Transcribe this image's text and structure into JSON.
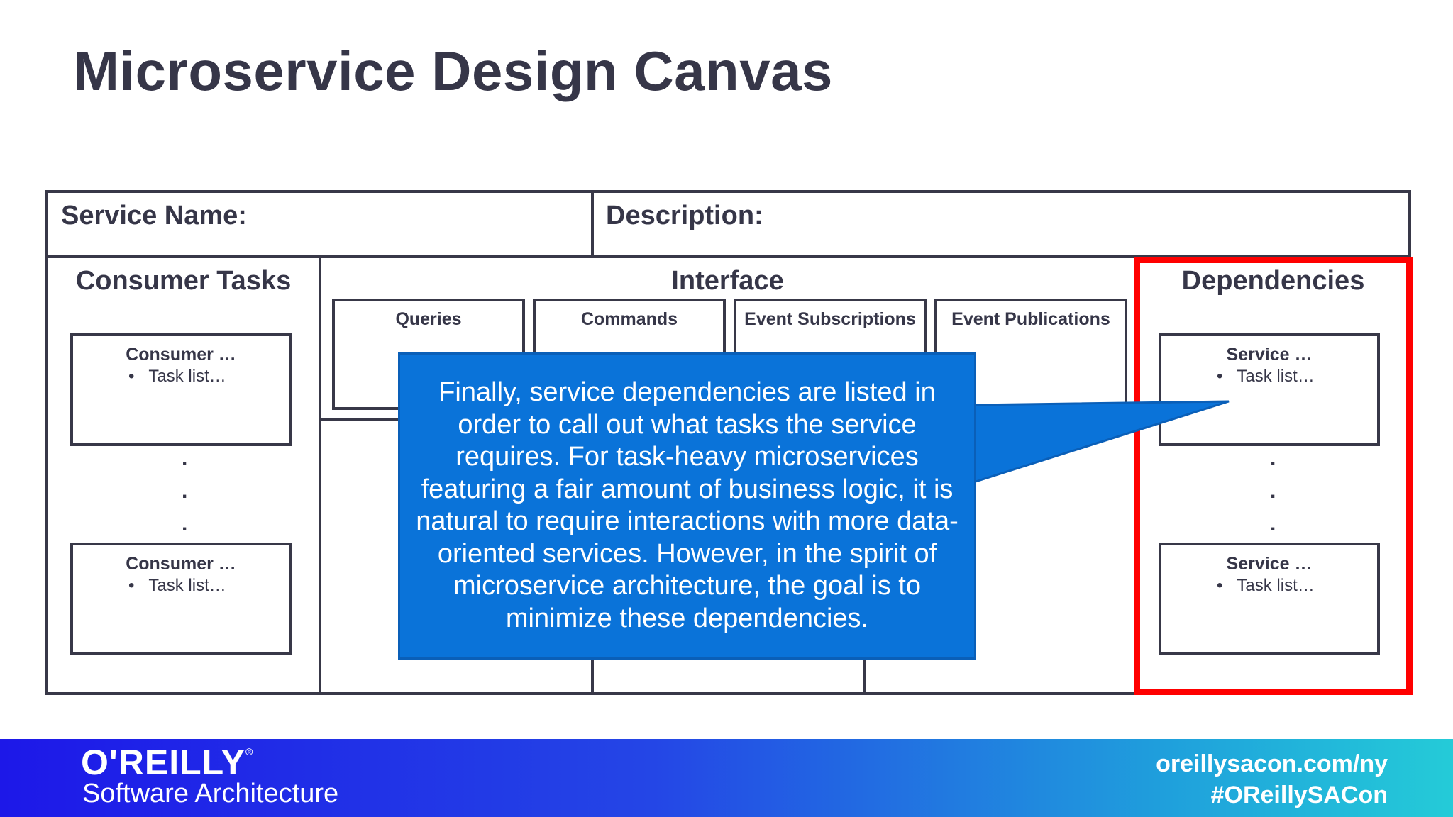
{
  "title": "Microservice Design Canvas",
  "canvas": {
    "service_name_label": "Service Name:",
    "description_label": "Description:",
    "consumer_tasks": {
      "heading": "Consumer Tasks",
      "cards": [
        {
          "title": "Consumer …",
          "item": "Task list…"
        },
        {
          "title": "Consumer …",
          "item": "Task list…"
        }
      ],
      "ellipsis": "."
    },
    "interface": {
      "heading": "Interface",
      "sub": [
        "Queries",
        "Commands",
        "Event Subscriptions",
        "Event Publications"
      ]
    },
    "dependencies": {
      "heading": "Dependencies",
      "cards": [
        {
          "title": "Service …",
          "item": "Task list…"
        },
        {
          "title": "Service …",
          "item": "Task list…"
        }
      ],
      "ellipsis": "."
    }
  },
  "callout": {
    "text": "Finally, service dependencies are listed in order to call out what tasks the service requires. For task-heavy microservices featuring a fair amount of business logic, it is natural to require interactions with more data-oriented services. However, in the spirit of microservice architecture, the goal is to minimize these dependencies."
  },
  "footer": {
    "logo": "O'REILLY",
    "logo_mark": "®",
    "subtitle": "Software Architecture",
    "url": "oreillysacon.com/ny",
    "hashtag": "#OReillySACon"
  },
  "colors": {
    "callout": "#0a73d9",
    "highlight": "#ff0000",
    "border": "#383848",
    "footer_start": "#1d18e8",
    "footer_end": "#24cbd8"
  }
}
